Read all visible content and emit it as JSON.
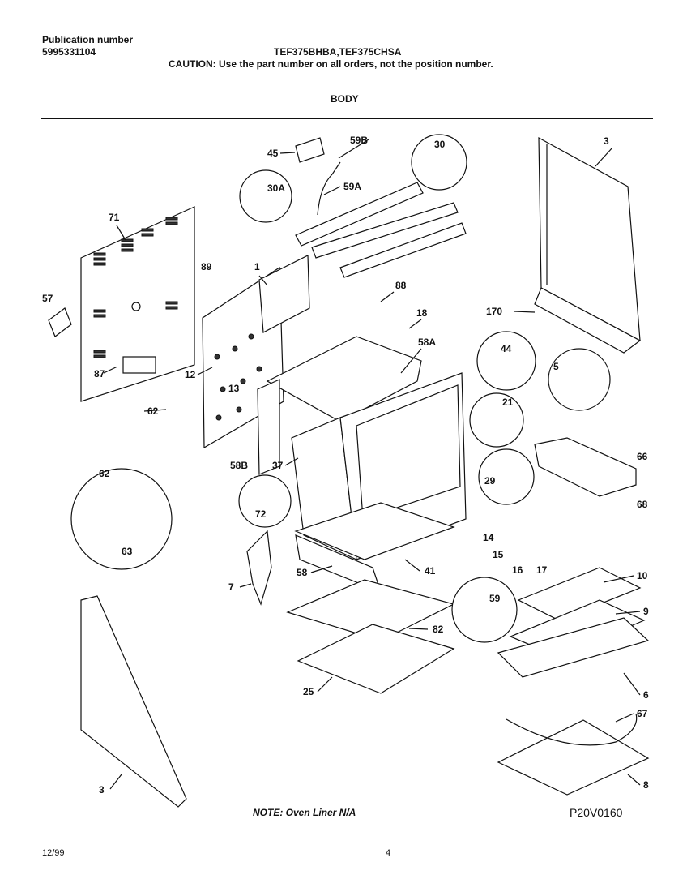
{
  "header": {
    "publication_label": "Publication number",
    "publication_number": "5995331104",
    "models": "TEF375BHBA,TEF375CHSA",
    "caution": "CAUTION:  Use the part number on all orders, not the position number.",
    "section_title": "BODY"
  },
  "callouts": [
    "3",
    "45",
    "59B",
    "30",
    "30A",
    "59A",
    "71",
    "89",
    "1",
    "88",
    "57",
    "18",
    "58A",
    "44",
    "5",
    "170",
    "87",
    "12",
    "13",
    "21",
    "62",
    "58B",
    "37",
    "66",
    "29",
    "72",
    "68",
    "62",
    "63",
    "14",
    "15",
    "16",
    "17",
    "7",
    "58",
    "41",
    "10",
    "59",
    "9",
    "82",
    "6",
    "25",
    "67",
    "3",
    "8"
  ],
  "footer": {
    "note": "NOTE:  Oven Liner N/A",
    "diagram_code": "P20V0160",
    "date": "12/99",
    "page_number": "4"
  }
}
